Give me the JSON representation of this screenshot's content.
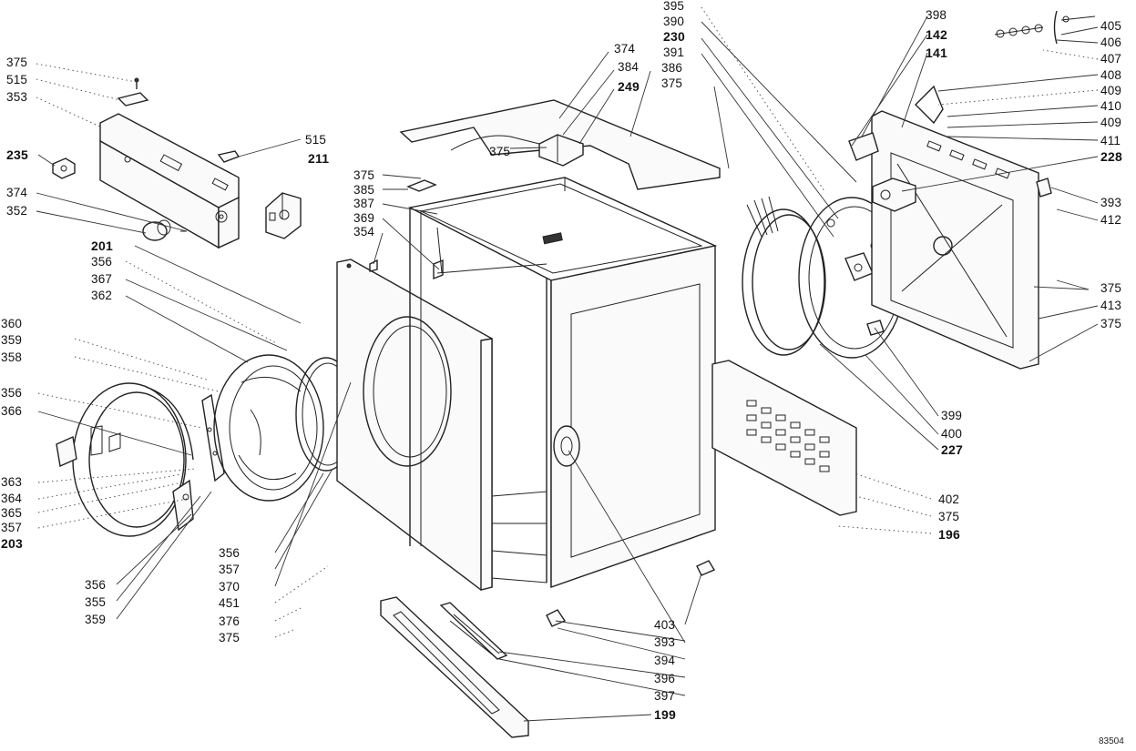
{
  "labels": {
    "l375a": "375",
    "l515a": "515",
    "l353": "353",
    "l235": "235",
    "l374a": "374",
    "l352": "352",
    "l201": "201",
    "l356a": "356",
    "l367": "367",
    "l362": "362",
    "l360": "360",
    "l359a": "359",
    "l358": "358",
    "l356b": "356",
    "l366": "366",
    "l363": "363",
    "l364": "364",
    "l365": "365",
    "l357a": "357",
    "l203": "203",
    "l356c": "356",
    "l355": "355",
    "l359b": "359",
    "l515b": "515",
    "l211": "211",
    "l375b": "375",
    "l385": "385",
    "l387": "387",
    "l369": "369",
    "l354": "354",
    "l374b": "374",
    "l384": "384",
    "l249": "249",
    "l386": "386",
    "l375c": "375",
    "l375d": "375",
    "l395": "395",
    "l390": "390",
    "l230": "230",
    "l391": "391",
    "l398": "398",
    "l142": "142",
    "l141": "141",
    "l405": "405",
    "l406": "406",
    "l407": "407",
    "l408": "408",
    "l409a": "409",
    "l410": "410",
    "l409b": "409",
    "l411": "411",
    "l228": "228",
    "l393a": "393",
    "l412": "412",
    "l375e": "375",
    "l413": "413",
    "l375f": "375",
    "l399": "399",
    "l400": "400",
    "l227": "227",
    "l402": "402",
    "l375g": "375",
    "l196": "196",
    "l356d": "356",
    "l357b": "357",
    "l370": "370",
    "l451": "451",
    "l376": "376",
    "l375h": "375",
    "l403": "403",
    "l393b": "393",
    "l394": "394",
    "l396": "396",
    "l397": "397",
    "l199": "199"
  },
  "drawing_code": "83504"
}
